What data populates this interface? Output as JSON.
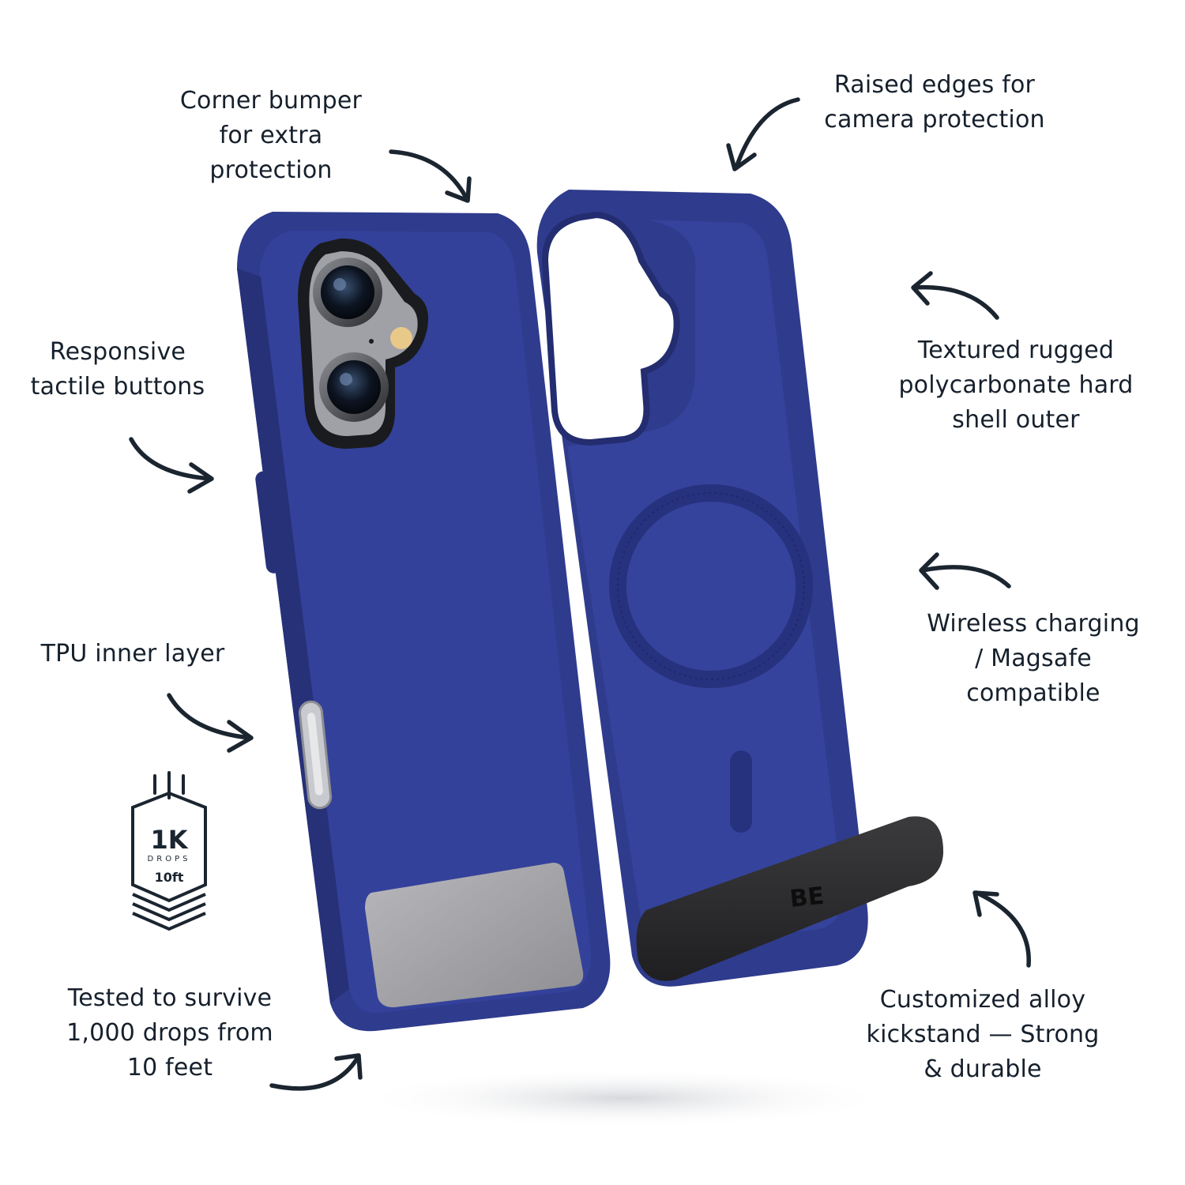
{
  "colors": {
    "case_blue": "#2f3b8c",
    "case_blue_dark": "#232d70",
    "case_blue_light": "#3c4aa0",
    "kickstand_black": "#2c2c2e",
    "kickstand_silver": "#a7a7ab",
    "text": "#16202c"
  },
  "callouts": {
    "corner_bumper": "Corner bumper\nfor extra\nprotection",
    "raised_edges": "Raised edges for\ncamera protection",
    "tactile_buttons": "Responsive\ntactile buttons",
    "rugged_shell": "Textured rugged\npolycarbonate hard\nshell outer",
    "tpu_layer": "TPU inner layer",
    "magsafe": "Wireless charging\n/ Magsafe\ncompatible",
    "drops_test": "Tested to survive\n1,000 drops from\n10 feet",
    "kickstand": "Customized alloy\nkickstand — Strong\n& durable"
  },
  "badge": {
    "count": "1K",
    "unit": "DROPS",
    "height": "10ft",
    "icon": "drop-test-badge-icon"
  },
  "kickstand_logo": "BE"
}
